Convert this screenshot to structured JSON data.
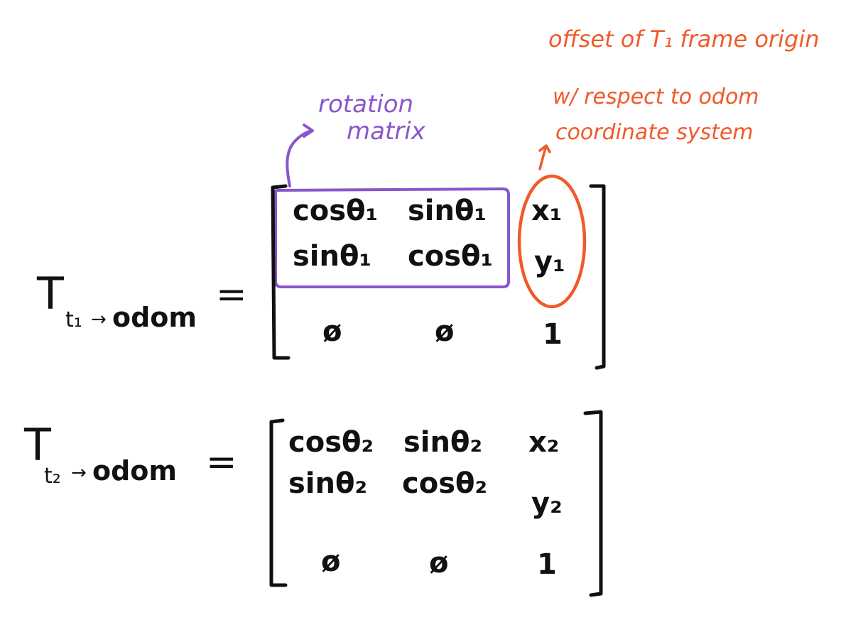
{
  "colors": {
    "ink": "#111111",
    "annotation_purple": "#8a55cc",
    "annotation_orange": "#f05a2a",
    "background": "#ffffff"
  },
  "annotations": {
    "rotation_line1": "rotation",
    "rotation_line2": "matrix",
    "offset_line1": "offset of T₁ frame origin",
    "offset_line2": "w/ respect to odom",
    "offset_line3": "coordinate system"
  },
  "equation1": {
    "lhs_T": "T",
    "lhs_sub": "t₁",
    "lhs_arrow": "→",
    "lhs_odom": "odom",
    "equals": "=",
    "row1": [
      "cosθ₁",
      "sinθ₁",
      "x₁"
    ],
    "row2": [
      "sinθ₁",
      "cosθ₁",
      "y₁"
    ],
    "row3": [
      "ø",
      "ø",
      "1"
    ]
  },
  "equation2": {
    "lhs_T": "T",
    "lhs_sub": "t₂",
    "lhs_arrow": "→",
    "lhs_odom": "odom",
    "equals": "=",
    "row1": [
      "cosθ₂",
      "sinθ₂",
      "x₂"
    ],
    "row2": [
      "sinθ₂",
      "cosθ₂",
      "y₂"
    ],
    "row3": [
      "ø",
      "ø",
      "1"
    ]
  }
}
